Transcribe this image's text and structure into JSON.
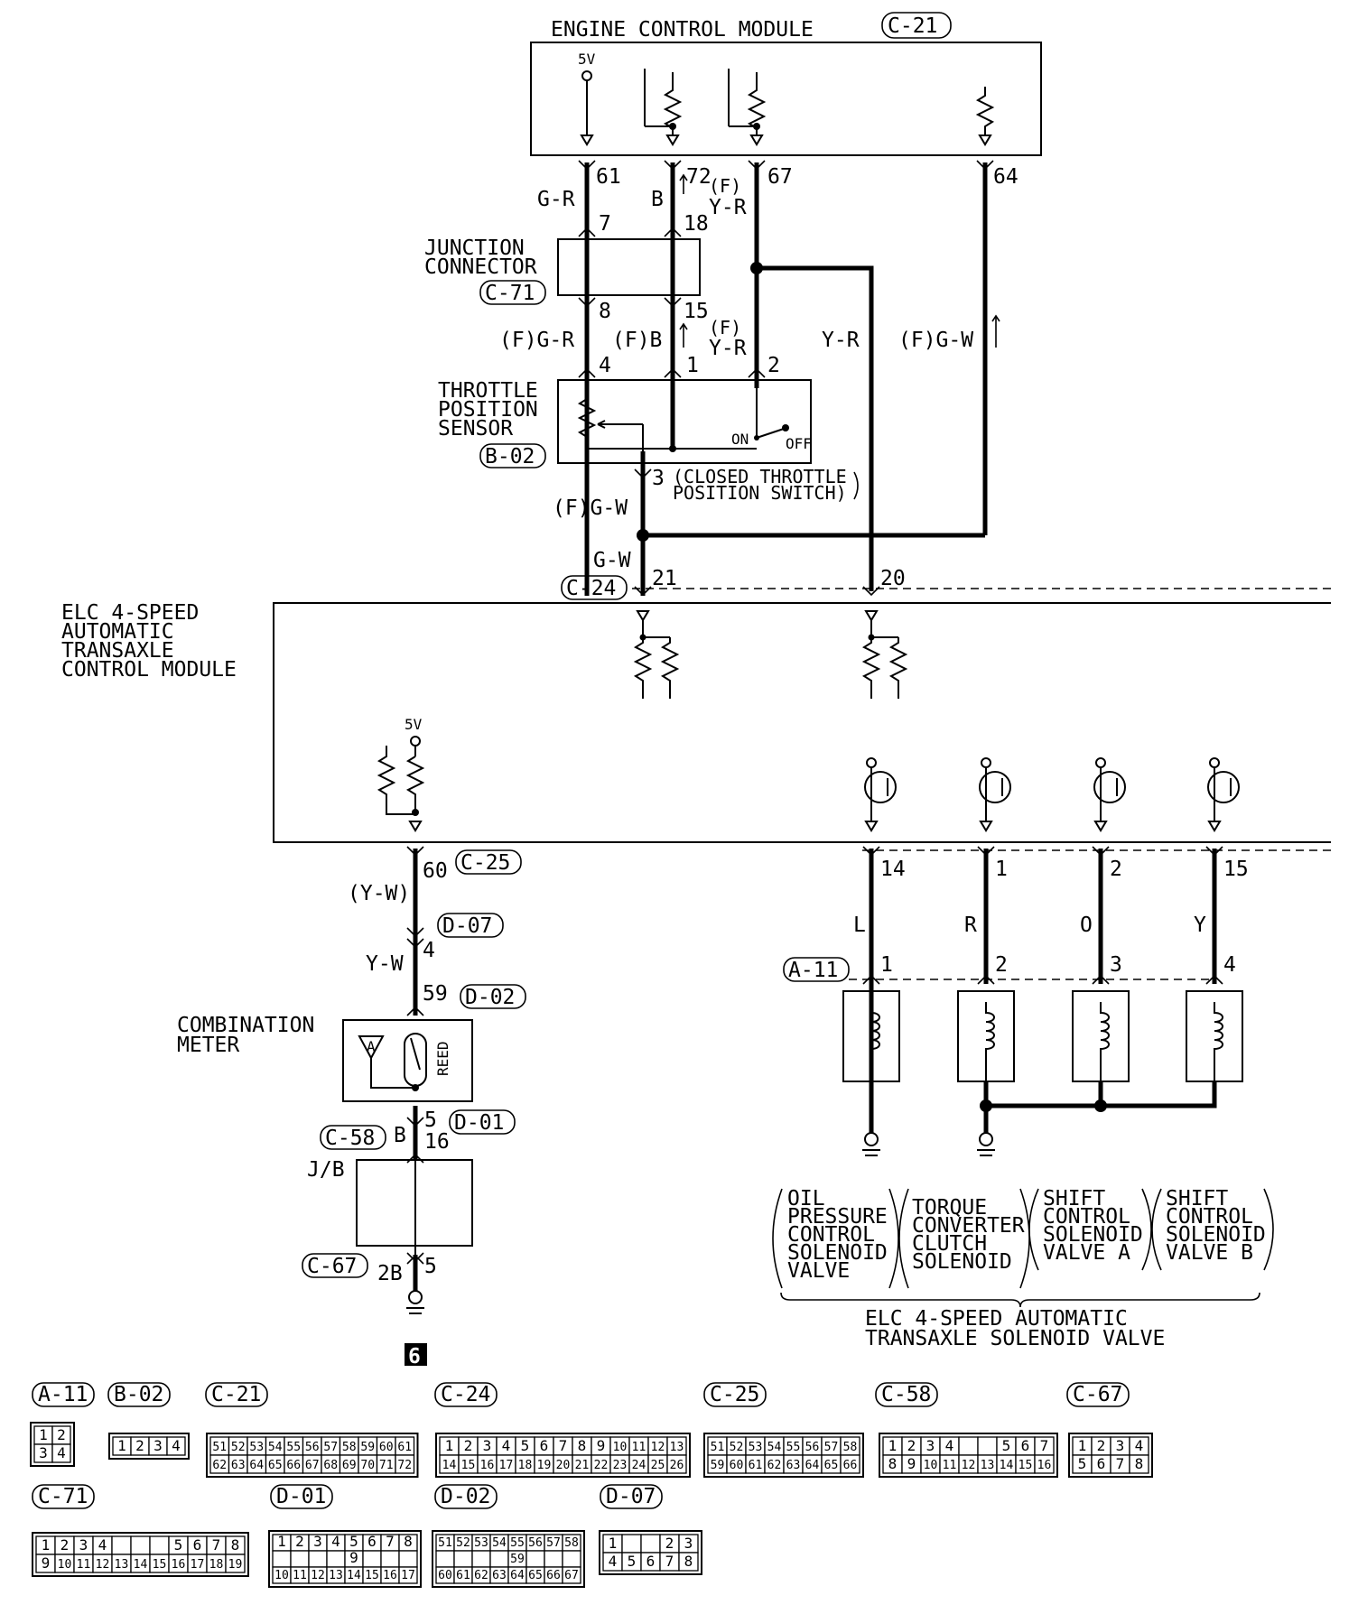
{
  "ecm": {
    "title": "ENGINE CONTROL MODULE",
    "conn": "C-21",
    "supply": "5V"
  },
  "ecm_pins": {
    "p61": "61",
    "p72": "72",
    "p67": "67",
    "p64": "64"
  },
  "junction": {
    "l1": "JUNCTION",
    "l2": "CONNECTOR",
    "conn": "C-71",
    "p7": "7",
    "p18": "18",
    "p8": "8",
    "p15": "15"
  },
  "tps": {
    "l1": "THROTTLE",
    "l2": "POSITION",
    "l3": "SENSOR",
    "conn": "B-02",
    "p4": "4",
    "p1": "1",
    "p2": "2",
    "p3": "3",
    "on": "ON",
    "off": "OFF",
    "note1": "(CLOSED THROTTLE",
    "note2": "POSITION SWITCH)"
  },
  "wires": {
    "gr": "G-R",
    "b": "B",
    "f": "(F)",
    "yr": "Y-R",
    "fgr": "(F)G-R",
    "fb": "(F)B",
    "yr2": "Y-R",
    "fgw": "(F)G-W",
    "gw": "G-W",
    "yw_paren": "(Y-W)",
    "yw": "Y-W",
    "b2": "B",
    "l": "L",
    "r": "R",
    "o": "O",
    "y": "Y"
  },
  "tcm": {
    "l1": "ELC 4-SPEED",
    "l2": "AUTOMATIC",
    "l3": "TRANSAXLE",
    "l4": "CONTROL MODULE",
    "conn24": "C-24",
    "p21": "21",
    "p20": "20",
    "supply": "5V",
    "conn25": "C-25",
    "p60": "60",
    "p14": "14",
    "p1": "1",
    "p2": "2",
    "p15": "15"
  },
  "meter": {
    "l1": "COMBINATION",
    "l2": "METER",
    "reed": "REED",
    "a": "A",
    "d07": "D-07",
    "p4": "4",
    "p59": "59",
    "d02": "D-02",
    "p5": "5",
    "d01": "D-01",
    "c58": "C-58",
    "p16": "16",
    "jb": "J/B",
    "c67": "C-67",
    "p2b": "2B",
    "p5b": "5",
    "ground": "6"
  },
  "solenoids": {
    "conn": "A-11",
    "p1": "1",
    "p2": "2",
    "p3": "3",
    "p4": "4",
    "s1": [
      "OIL",
      "PRESSURE",
      "CONTROL",
      "SOLENOID",
      "VALVE"
    ],
    "s2": [
      "TORQUE",
      "CONVERTER",
      "CLUTCH",
      "SOLENOID"
    ],
    "s3": [
      "SHIFT",
      "CONTROL",
      "SOLENOID",
      "VALVE A"
    ],
    "s4": [
      "SHIFT",
      "CONTROL",
      "SOLENOID",
      "VALVE B"
    ],
    "group1": "ELC 4-SPEED AUTOMATIC",
    "group2": "TRANSAXLE SOLENOID VALVE"
  },
  "connectors": {
    "a11": {
      "label": "A-11",
      "rows": [
        [
          "1",
          "2"
        ],
        [
          "3",
          "4"
        ]
      ]
    },
    "b02": {
      "label": "B-02",
      "rows": [
        [
          "1",
          "2",
          "3",
          "4"
        ]
      ]
    },
    "c21": {
      "label": "C-21",
      "rows": [
        [
          "51",
          "52",
          "53",
          "54",
          "55",
          "56",
          "57",
          "58",
          "59",
          "60",
          "61"
        ],
        [
          "62",
          "63",
          "64",
          "65",
          "66",
          "67",
          "68",
          "69",
          "70",
          "71",
          "72"
        ]
      ]
    },
    "c24": {
      "label": "C-24",
      "rows": [
        [
          "1",
          "2",
          "3",
          "4",
          "5",
          "6",
          "7",
          "8",
          "9",
          "10",
          "11",
          "12",
          "13"
        ],
        [
          "14",
          "15",
          "16",
          "17",
          "18",
          "19",
          "20",
          "21",
          "22",
          "23",
          "24",
          "25",
          "26"
        ]
      ]
    },
    "c25": {
      "label": "C-25",
      "rows": [
        [
          "51",
          "52",
          "53",
          "54",
          "55",
          "56",
          "57",
          "58"
        ],
        [
          "59",
          "60",
          "61",
          "62",
          "63",
          "64",
          "65",
          "66"
        ]
      ]
    },
    "c58": {
      "label": "C-58",
      "rows": [
        [
          "1",
          "2",
          "3",
          "4",
          "",
          "",
          "5",
          "6",
          "7"
        ],
        [
          "8",
          "9",
          "10",
          "11",
          "12",
          "13",
          "14",
          "15",
          "16"
        ]
      ]
    },
    "c67": {
      "label": "C-67",
      "rows": [
        [
          "1",
          "2",
          "3",
          "4"
        ],
        [
          "5",
          "6",
          "7",
          "8"
        ]
      ]
    },
    "c71": {
      "label": "C-71",
      "rows": [
        [
          "1",
          "2",
          "3",
          "4",
          "",
          "",
          "",
          "5",
          "6",
          "7",
          "8"
        ],
        [
          "9",
          "10",
          "11",
          "12",
          "13",
          "14",
          "15",
          "16",
          "17",
          "18",
          "19"
        ]
      ]
    },
    "d01": {
      "label": "D-01",
      "rows": [
        [
          "1",
          "2",
          "3",
          "4",
          "5",
          "6",
          "7",
          "8"
        ],
        [
          "",
          "",
          "",
          "",
          "9",
          "",
          "",
          ""
        ],
        [
          "10",
          "11",
          "12",
          "13",
          "14",
          "15",
          "16",
          "17"
        ]
      ]
    },
    "d02": {
      "label": "D-02",
      "rows": [
        [
          "51",
          "52",
          "53",
          "54",
          "55",
          "56",
          "57",
          "58"
        ],
        [
          "",
          "",
          "",
          "",
          "59",
          "",
          "",
          ""
        ],
        [
          "60",
          "61",
          "62",
          "63",
          "64",
          "65",
          "66",
          "67"
        ]
      ]
    },
    "d07": {
      "label": "D-07",
      "rows": [
        [
          "1",
          "",
          "",
          "2",
          "3"
        ],
        [
          "4",
          "5",
          "6",
          "7",
          "8"
        ]
      ]
    }
  }
}
